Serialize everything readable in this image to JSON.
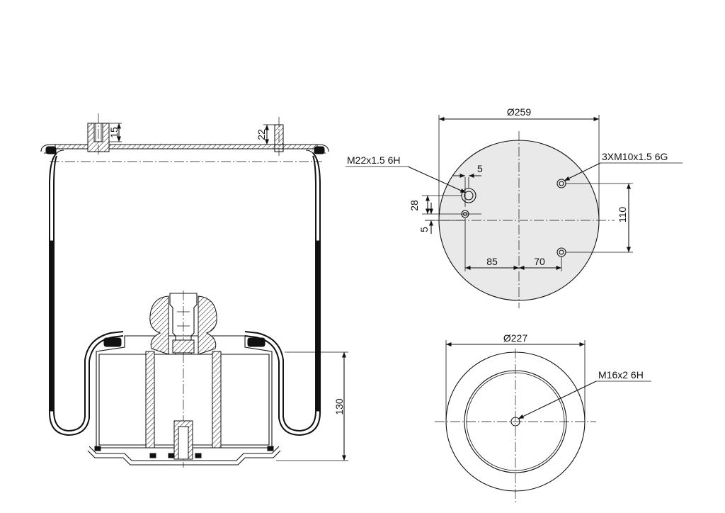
{
  "labels": {
    "side_thread_height": "15",
    "side_stud_height": "22",
    "side_height_130": "130",
    "top_diameter": "Ø259",
    "top_center_thread": "M22x1.5 6H",
    "top_stud_threads": "3XM10x1.5 6G",
    "top_dim_5_h": "5",
    "top_dim_28": "28",
    "top_dim_5_v": "5",
    "top_dim_110": "110",
    "top_dim_85": "85",
    "top_dim_70": "70",
    "bottom_diameter": "Ø227",
    "bottom_thread": "M16x2 6H"
  }
}
